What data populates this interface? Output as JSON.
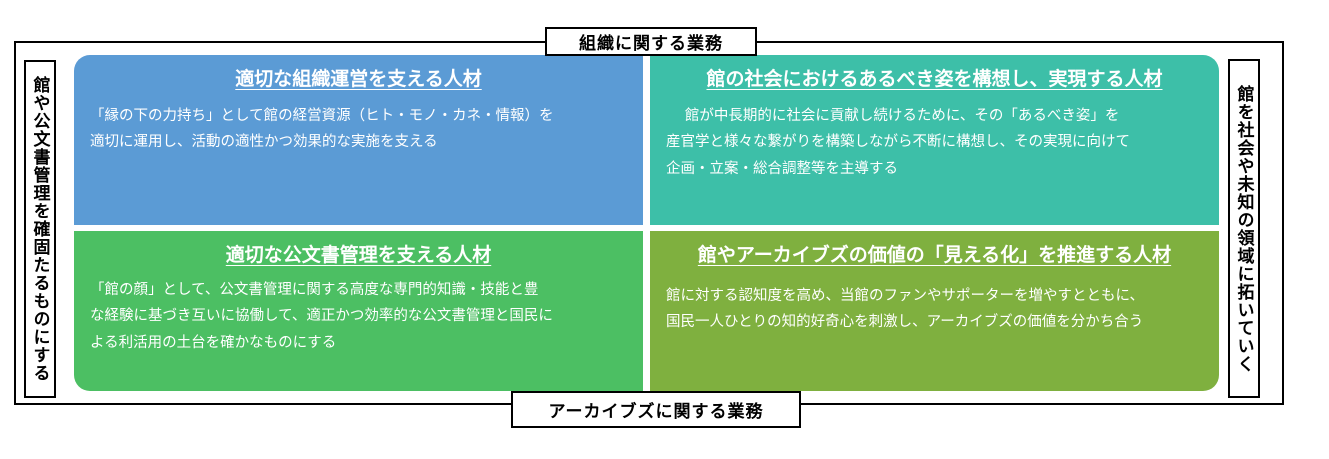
{
  "captions": {
    "top": "組織に関する業務",
    "bottom": "アーカイブズに関する業務",
    "left": "館や公文書管理を確固たるものにする",
    "right": "館を社会や未知の領域に拓いていく"
  },
  "colors": {
    "top_left": "#5B9BD5",
    "top_right": "#3DBFA8",
    "bottom_left": "#4CBF63",
    "bottom_right": "#7FB03F",
    "frame": "#000000",
    "text_on_fill": "#FFFFFF"
  },
  "quadrants": [
    {
      "id": "top-left",
      "title": "適切な組織運営を支える人材",
      "body_lines": [
        "「縁の下の力持ち」として館の経営資源（ヒト・モノ・カネ・情報）を",
        "適切に運用し、活動の適性かつ効果的な実施を支える"
      ]
    },
    {
      "id": "top-right",
      "title": "館の社会におけるあるべき姿を構想し、実現する人材",
      "body_lines": [
        "館が中長期的に社会に貢献し続けるために、その「あるべき姿」を",
        "産官学と様々な繋がりを構築しながら不断に構想し、その実現に向けて",
        "企画・立案・総合調整等を主導する"
      ]
    },
    {
      "id": "bottom-left",
      "title": "適切な公文書管理を支える人材",
      "body_lines": [
        "「館の顔」として、公文書管理に関する高度な専門的知識・技能と豊",
        "な経験に基づき互いに協働して、適正かつ効率的な公文書管理と国民に",
        "よる利活用の土台を確かなものにする"
      ]
    },
    {
      "id": "bottom-right",
      "title": "館やアーカイブズの価値の「見える化」を推進する人材",
      "body_lines": [
        "館に対する認知度を高め、当館のファンやサポーターを増やすとともに、",
        "国民一人ひとりの知的好奇心を刺激し、アーカイブズの価値を分かち合う"
      ]
    }
  ]
}
